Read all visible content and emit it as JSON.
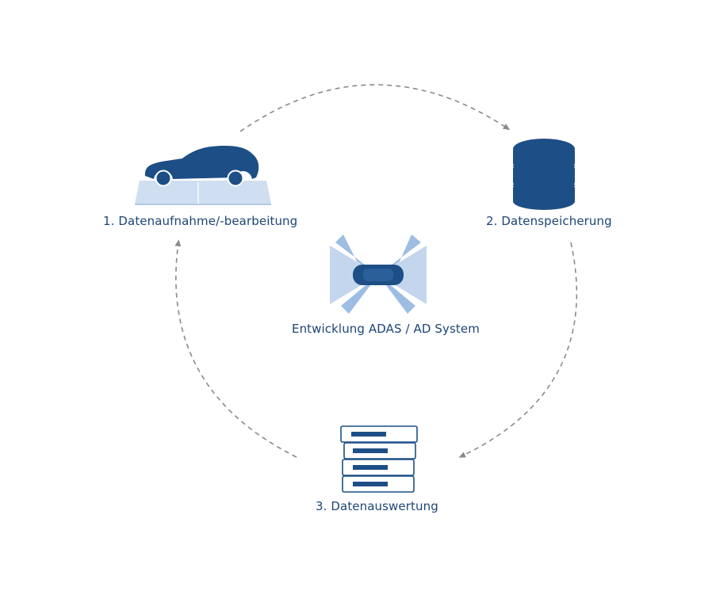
{
  "steps": {
    "step1": "1. Datenaufnahme/-bearbeitung",
    "step2": "2. Datenspeicherung",
    "step3": "3. Datenauswertung"
  },
  "center": {
    "label": "Entwicklung ADAS / AD System"
  },
  "icons": {
    "step1": "car-on-platform-icon",
    "step2": "database-icon",
    "step3": "server-rack-icon",
    "center": "car-sensor-fields-icon"
  },
  "colors": {
    "primary": "#1d4f86",
    "label": "#1d4576",
    "sensor_light": "#c3d6ee",
    "sensor_mid": "#9dbde3",
    "platform": "#cfdff1",
    "arrow": "#8a8a8a"
  }
}
